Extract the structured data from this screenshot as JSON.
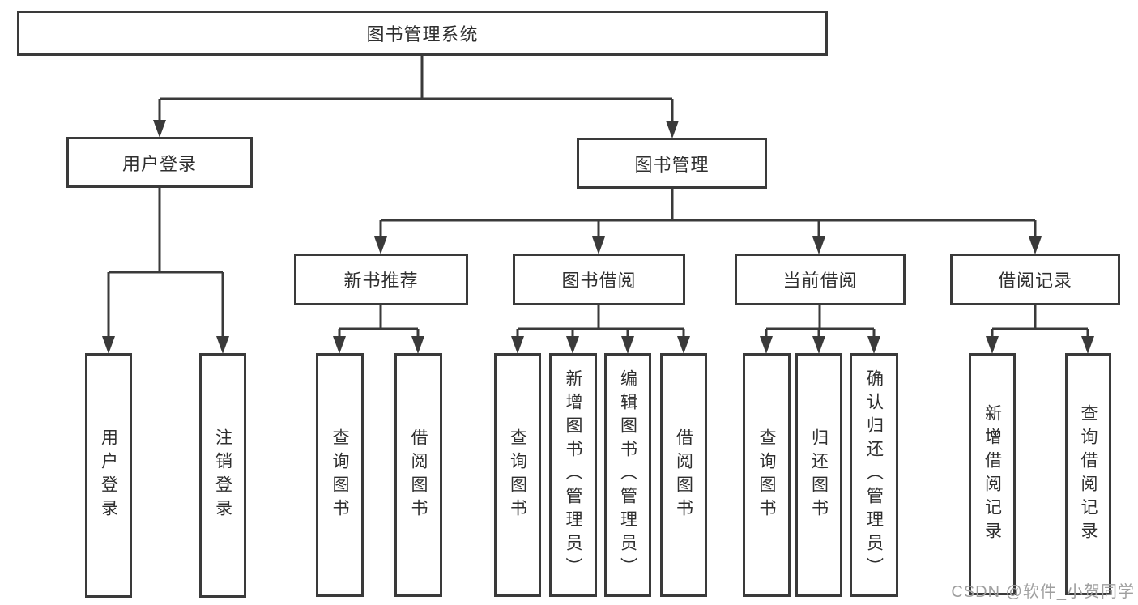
{
  "colors": {
    "background": "#ffffff",
    "box_border": "#3a3a3a",
    "connector_line": "#3a3a3a",
    "text": "#2f2f2f",
    "watermark": "#9f9f9f"
  },
  "diagram": {
    "title": "图书管理系统",
    "nodes": {
      "root": {
        "label": "图书管理系统"
      },
      "userLogin": {
        "label": "用户登录"
      },
      "bookMgmt": {
        "label": "图书管理"
      },
      "newBookRec": {
        "label": "新书推荐"
      },
      "bookBorrow": {
        "label": "图书借阅"
      },
      "currentBorrow": {
        "label": "当前借阅"
      },
      "borrowRecords": {
        "label": "借阅记录"
      },
      "loginLeaf": {
        "label": "用户登录"
      },
      "logoutLeaf": {
        "label": "注销登录"
      },
      "nbQuery": {
        "label": "查询图书"
      },
      "nbBorrow": {
        "label": "借阅图书"
      },
      "bbQuery": {
        "label": "查询图书"
      },
      "bbAdd": {
        "label": "新增图书（管理员）"
      },
      "bbEdit": {
        "label": "编辑图书（管理员）"
      },
      "bbBorrow": {
        "label": "借阅图书"
      },
      "cbQuery": {
        "label": "查询图书"
      },
      "cbReturn": {
        "label": "归还图书"
      },
      "cbConfirm": {
        "label": "确认归还（管理员）"
      },
      "brAdd": {
        "label": "新增借阅记录"
      },
      "brQuery": {
        "label": "查询借阅记录"
      }
    },
    "edges": [
      [
        "root",
        "userLogin"
      ],
      [
        "root",
        "bookMgmt"
      ],
      [
        "userLogin",
        "loginLeaf"
      ],
      [
        "userLogin",
        "logoutLeaf"
      ],
      [
        "bookMgmt",
        "newBookRec"
      ],
      [
        "bookMgmt",
        "bookBorrow"
      ],
      [
        "bookMgmt",
        "currentBorrow"
      ],
      [
        "bookMgmt",
        "borrowRecords"
      ],
      [
        "newBookRec",
        "nbQuery"
      ],
      [
        "newBookRec",
        "nbBorrow"
      ],
      [
        "bookBorrow",
        "bbQuery"
      ],
      [
        "bookBorrow",
        "bbAdd"
      ],
      [
        "bookBorrow",
        "bbEdit"
      ],
      [
        "bookBorrow",
        "bbBorrow"
      ],
      [
        "currentBorrow",
        "cbQuery"
      ],
      [
        "currentBorrow",
        "cbReturn"
      ],
      [
        "currentBorrow",
        "cbConfirm"
      ],
      [
        "borrowRecords",
        "brAdd"
      ],
      [
        "borrowRecords",
        "brQuery"
      ]
    ]
  },
  "watermark": {
    "text": "CSDN @软件_小贺同学"
  }
}
